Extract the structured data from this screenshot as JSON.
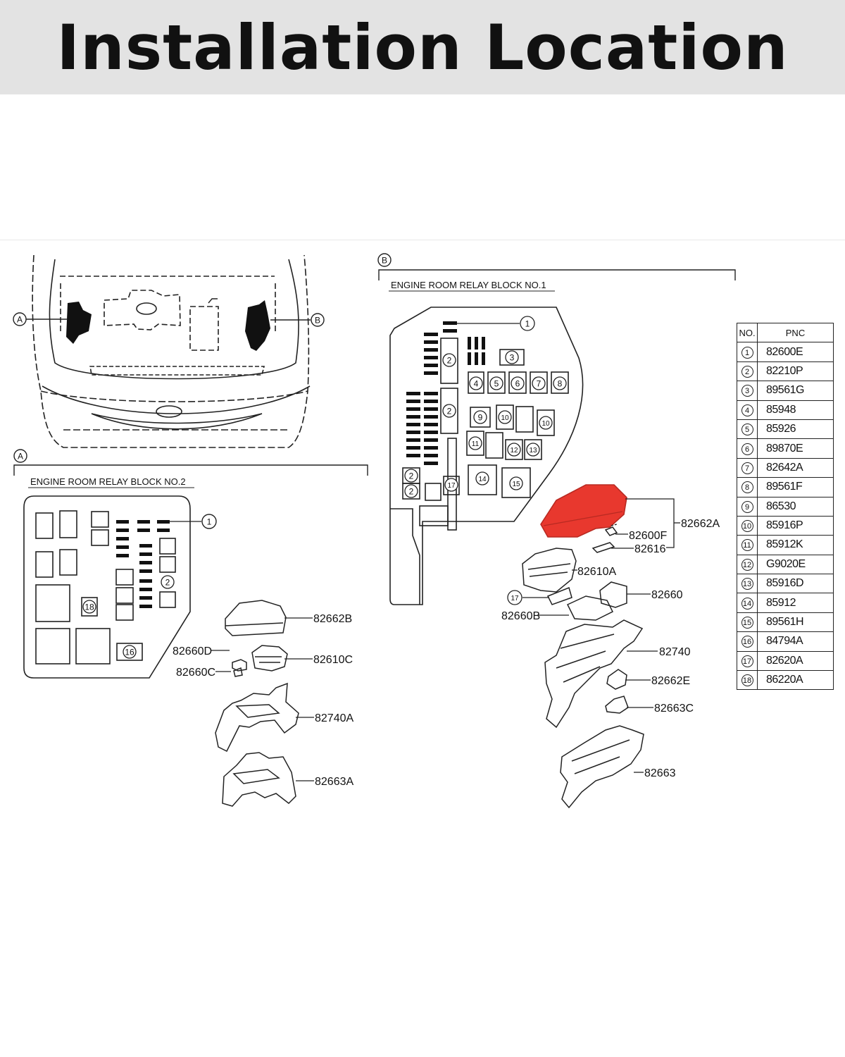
{
  "header": {
    "title": "Installation Location"
  },
  "view_labels": {
    "a": "A",
    "b": "B"
  },
  "block_a": {
    "title": "ENGINE ROOM RELAY BLOCK NO.2",
    "callouts": {
      "c1": "1",
      "c2": "2",
      "c16": "16",
      "c18": "18"
    },
    "parts": {
      "p82662B": "82662B",
      "p82660D": "82660D",
      "p82610C": "82610C",
      "p82660C": "82660C",
      "p82740A": "82740A",
      "p82663A": "82663A"
    }
  },
  "block_b": {
    "title": "ENGINE ROOM RELAY BLOCK NO.1",
    "callouts": {
      "c1": "1",
      "c2": "2",
      "c3": "3",
      "c4": "4",
      "c5": "5",
      "c6": "6",
      "c7": "7",
      "c8": "8",
      "c9": "9",
      "c10": "10",
      "c11": "11",
      "c12": "12",
      "c13": "13",
      "c14": "14",
      "c15": "15",
      "c17": "17"
    },
    "parts": {
      "p82662A": "82662A",
      "p82600F": "82600F",
      "p82616": "82616",
      "p82610A": "82610A",
      "p82660": "82660",
      "p82660B": "82660B",
      "p17": "17",
      "p82740": "82740",
      "p82662E": "82662E",
      "p82663C": "82663C",
      "p82663": "82663"
    },
    "highlight_color": "#e8382e"
  },
  "pnc_table": {
    "headers": {
      "no": "NO.",
      "pnc": "PNC"
    },
    "rows": [
      {
        "no": "1",
        "pnc": "82600E"
      },
      {
        "no": "2",
        "pnc": "82210P"
      },
      {
        "no": "3",
        "pnc": "89561G"
      },
      {
        "no": "4",
        "pnc": "85948"
      },
      {
        "no": "5",
        "pnc": "85926"
      },
      {
        "no": "6",
        "pnc": "89870E"
      },
      {
        "no": "7",
        "pnc": "82642A"
      },
      {
        "no": "8",
        "pnc": "89561F"
      },
      {
        "no": "9",
        "pnc": "86530"
      },
      {
        "no": "10",
        "pnc": "85916P"
      },
      {
        "no": "11",
        "pnc": "85912K"
      },
      {
        "no": "12",
        "pnc": "G9020E"
      },
      {
        "no": "13",
        "pnc": "85916D"
      },
      {
        "no": "14",
        "pnc": "85912"
      },
      {
        "no": "15",
        "pnc": "89561H"
      },
      {
        "no": "16",
        "pnc": "84794A"
      },
      {
        "no": "17",
        "pnc": "82620A"
      },
      {
        "no": "18",
        "pnc": "86220A"
      }
    ]
  }
}
